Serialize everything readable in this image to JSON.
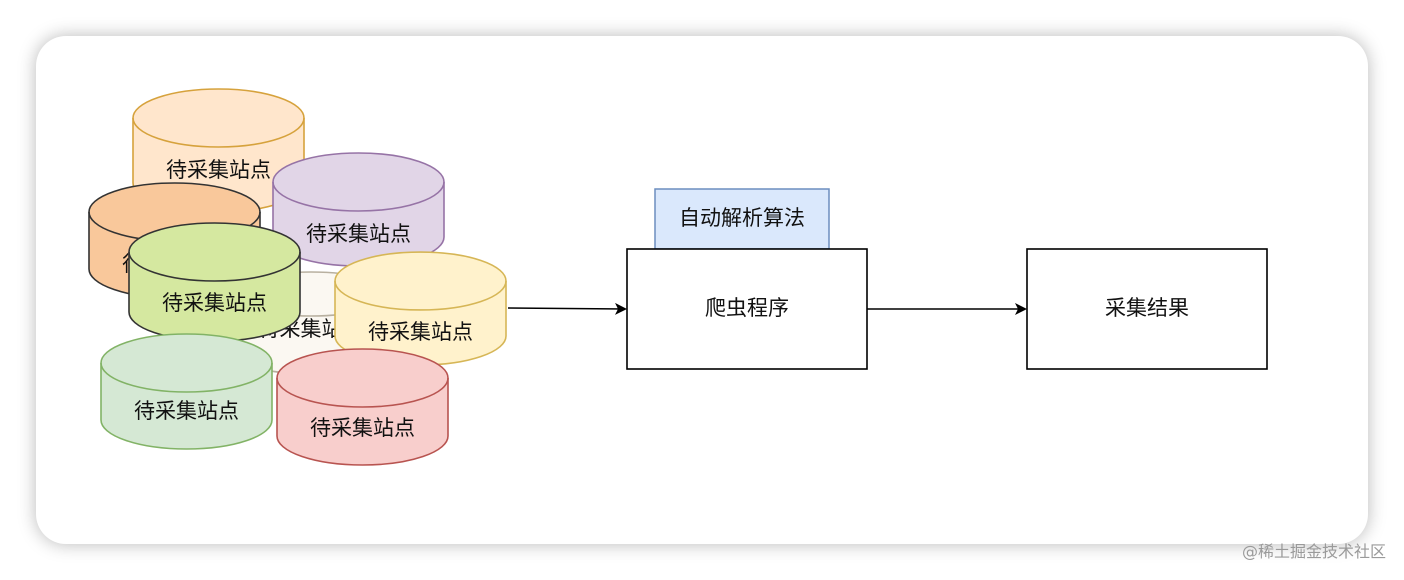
{
  "sites": [
    {
      "label": "待采集站点",
      "fill": "#ffe6cc",
      "stroke": "#d6a23c"
    },
    {
      "label": "待采集站点",
      "fill": "#f9c89b",
      "stroke": "#333333"
    },
    {
      "label": "待采集站点",
      "fill": "#fbf8f2",
      "stroke": "#b8b0a0"
    },
    {
      "label": "待采集站点",
      "fill": "#e1d5e7",
      "stroke": "#9673a6"
    },
    {
      "label": "待采集站点",
      "fill": "#d5e8a0",
      "stroke": "#333333"
    },
    {
      "label": "待采集站点",
      "fill": "#fff2cc",
      "stroke": "#d6b656"
    },
    {
      "label": "待采集站点",
      "fill": "#d5e8d4",
      "stroke": "#82b366"
    },
    {
      "label": "待采集站点",
      "fill": "#f8cecc",
      "stroke": "#b85450"
    }
  ],
  "algorithm_label": "自动解析算法",
  "algorithm_colors": {
    "fill": "#dae8fc",
    "stroke": "#6c8ebf"
  },
  "crawler_label": "爬虫程序",
  "result_label": "采集结果",
  "watermark": "@稀土掘金技术社区"
}
